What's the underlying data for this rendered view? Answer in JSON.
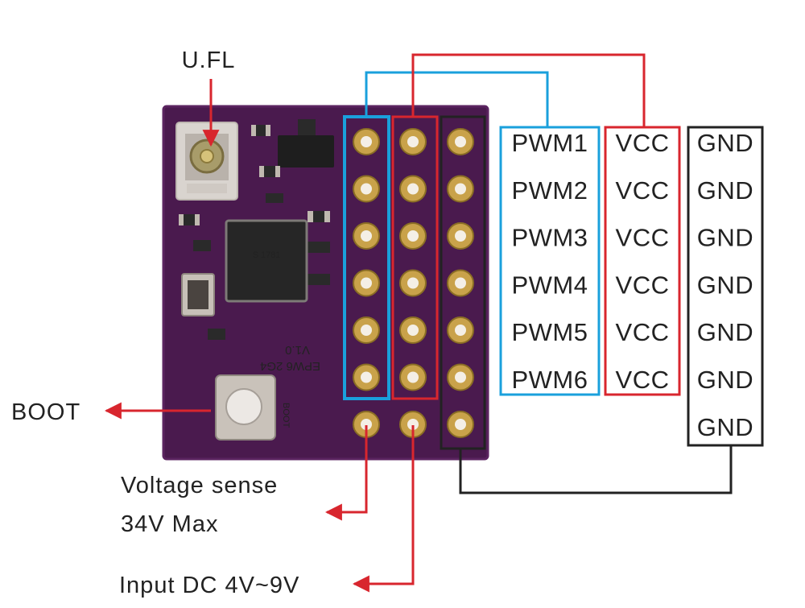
{
  "colors": {
    "board": "#4a1a4e",
    "board_edge": "#5b2460",
    "silk": "#e9e3ee",
    "gold": "#c9a24a",
    "pwm_box": "#1aa0dc",
    "vcc_box": "#d8262e",
    "gnd_box": "#222222",
    "arrow": "#d8262e"
  },
  "callouts": {
    "ufl": "U.FL",
    "boot": "BOOT",
    "voltage_line1": "Voltage sense",
    "voltage_line2": "34V Max",
    "input_dc": "Input DC 4V~9V"
  },
  "pinout": {
    "pwm": [
      "PWM1",
      "PWM2",
      "PWM3",
      "PWM4",
      "PWM5",
      "PWM6"
    ],
    "vcc": [
      "VCC",
      "VCC",
      "VCC",
      "VCC",
      "VCC",
      "VCC"
    ],
    "gnd": [
      "GND",
      "GND",
      "GND",
      "GND",
      "GND",
      "GND",
      "GND"
    ]
  },
  "board": {
    "silk_name": "EPW6 2G4",
    "silk_version": "V1.0",
    "silk_boot": "BOOT",
    "chip_marking": "S 1781"
  }
}
